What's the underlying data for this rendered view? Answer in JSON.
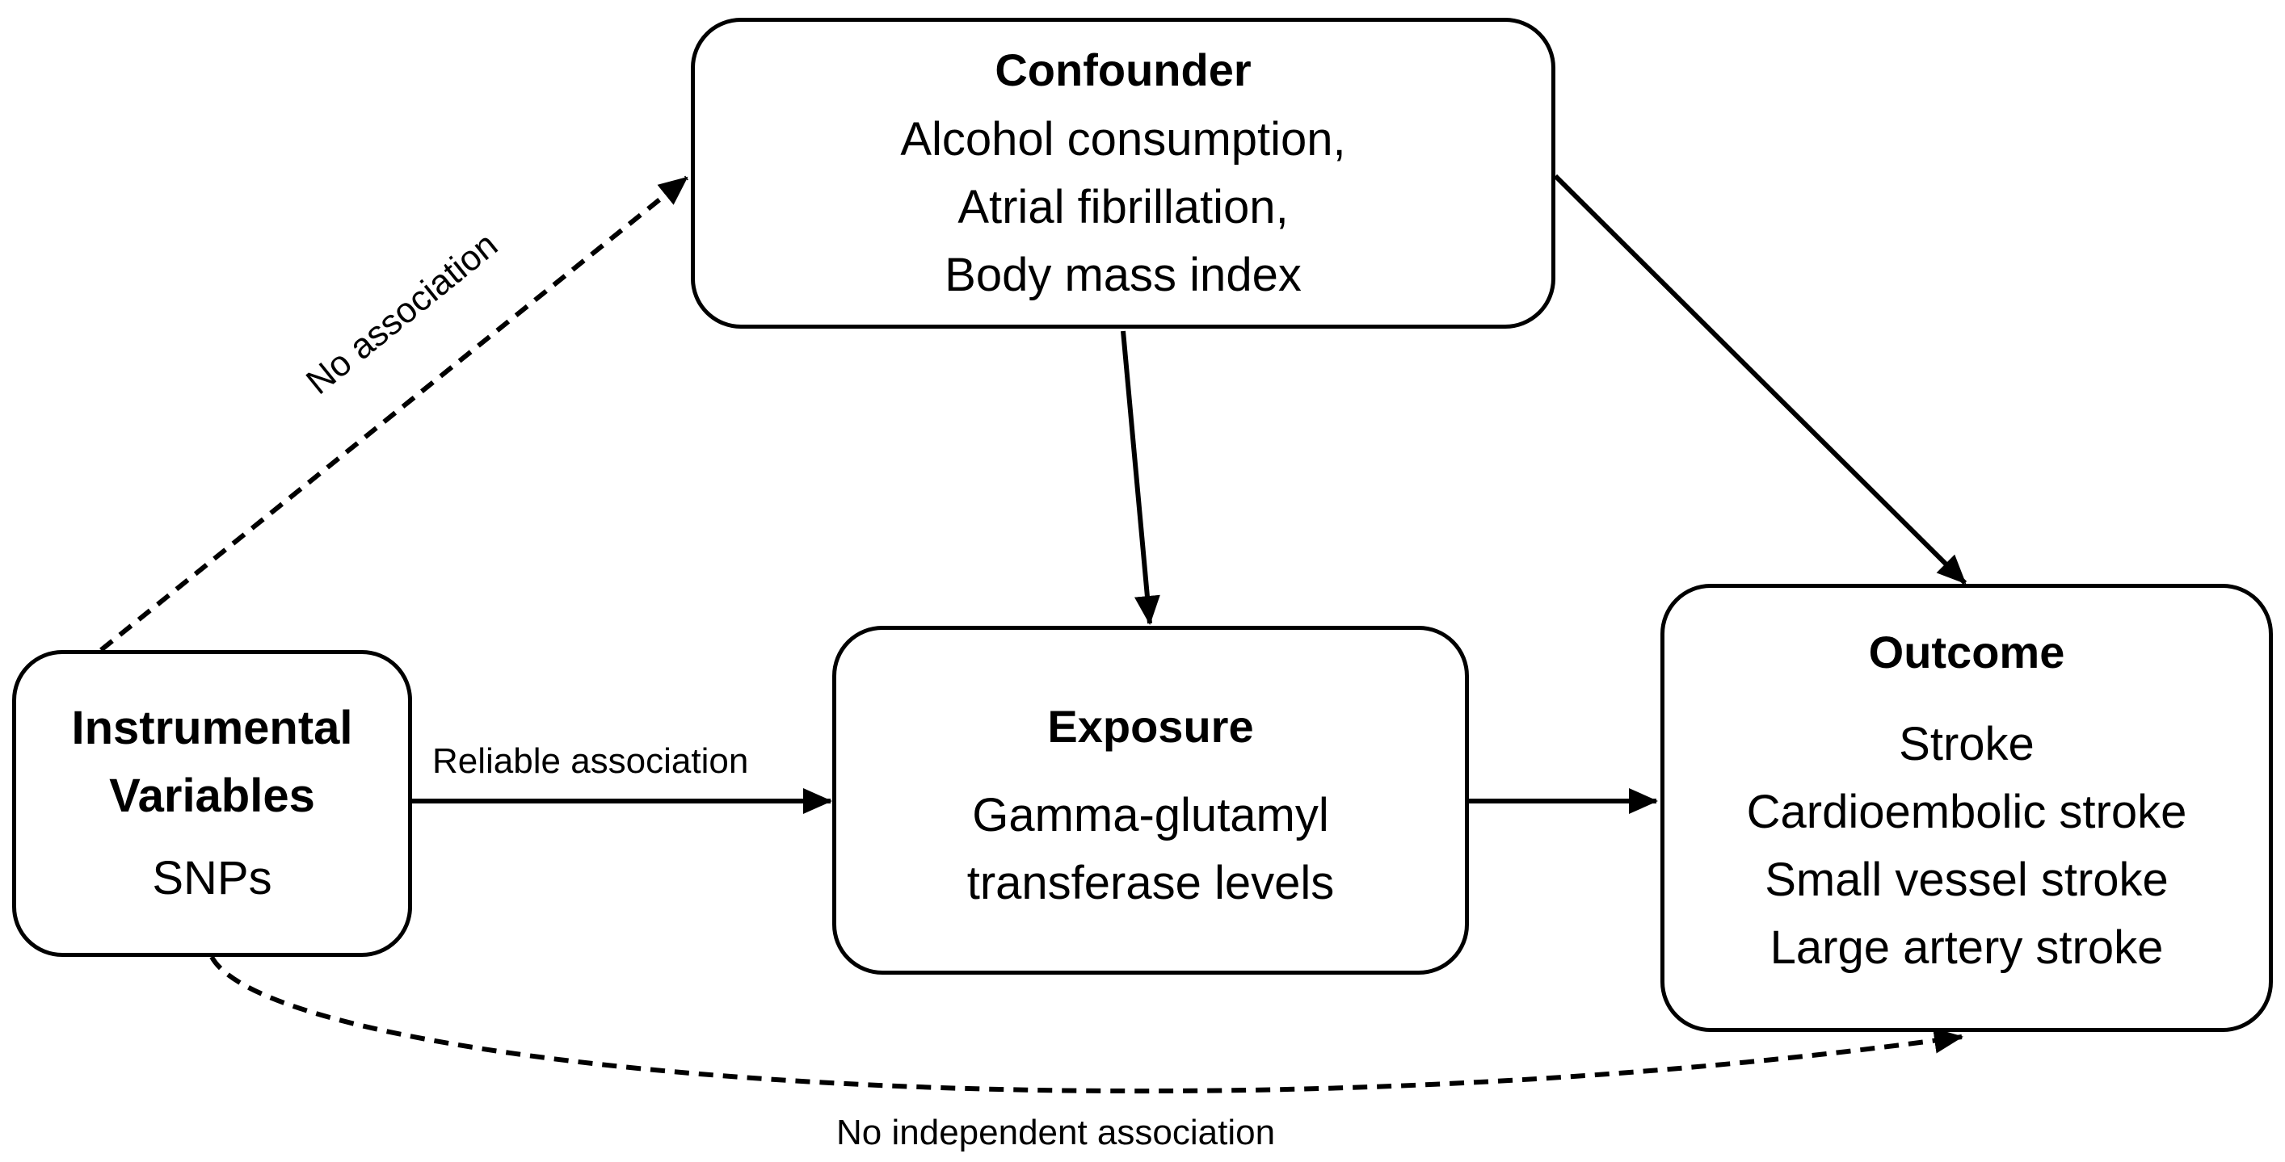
{
  "nodes": {
    "confounder": {
      "title": "Confounder",
      "lines": [
        "Alcohol consumption,",
        "Atrial fibrillation,",
        "Body mass index"
      ]
    },
    "iv": {
      "title_lines": [
        "Instrumental",
        "Variables"
      ],
      "lines": [
        "SNPs"
      ]
    },
    "exposure": {
      "title": "Exposure",
      "lines": [
        "Gamma-glutamyl",
        "transferase levels"
      ]
    },
    "outcome": {
      "title": "Outcome",
      "lines": [
        "Stroke",
        "Cardioembolic stroke",
        "Small vessel stroke",
        "Large artery stroke"
      ]
    }
  },
  "edges": {
    "iv_to_confounder": {
      "label": "No association",
      "style": "dashed"
    },
    "iv_to_exposure": {
      "label": "Reliable association",
      "style": "solid"
    },
    "iv_to_outcome": {
      "label": "No independent association",
      "style": "dashed"
    },
    "confounder_to_exposure": {
      "style": "solid"
    },
    "confounder_to_outcome": {
      "style": "solid"
    },
    "exposure_to_outcome": {
      "style": "solid"
    }
  },
  "colors": {
    "stroke": "#000000",
    "background": "#ffffff"
  }
}
